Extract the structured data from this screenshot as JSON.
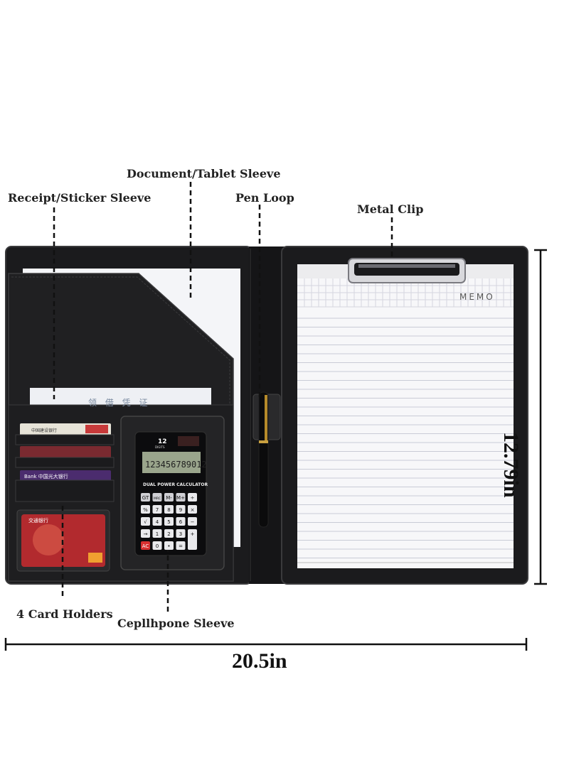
{
  "labels": {
    "document_sleeve": "Document/Tablet Sleeve",
    "receipt_sleeve": "Receipt/Sticker Sleeve",
    "pen_loop": "Pen Loop",
    "metal_clip": "Metal Clip",
    "card_holders": "4 Card Holders",
    "cellphone_sleeve": "Cepllhpone Sleeve"
  },
  "dimensions": {
    "width": "20.5in",
    "height": "12.79in"
  },
  "notepad": {
    "header": "MEMO"
  },
  "receipt_text": "领 借 凭 证",
  "calculator": {
    "display": "123456789012",
    "brand_line": "DUAL POWER CALCULATOR",
    "digits_badge": "12",
    "digits_word": "DIGITS",
    "keys": [
      [
        "GT",
        "MRC",
        "M-",
        "M+",
        "÷"
      ],
      [
        "%",
        "7",
        "8",
        "9",
        "×"
      ],
      [
        "√",
        "4",
        "5",
        "6",
        "−"
      ],
      [
        "→",
        "1",
        "2",
        "3",
        "+"
      ],
      [
        "AC",
        "0",
        "•",
        "="
      ]
    ]
  },
  "cards": {
    "card1_text": "中国建设银行",
    "card3_text": "Bank  中国光大银行",
    "card4_text": "交通银行"
  },
  "colors": {
    "folio": "#1b1b1d",
    "leather_edge": "#3a3a3c",
    "paper": "#f6f6f8",
    "rule_line": "#c9cbd6"
  }
}
